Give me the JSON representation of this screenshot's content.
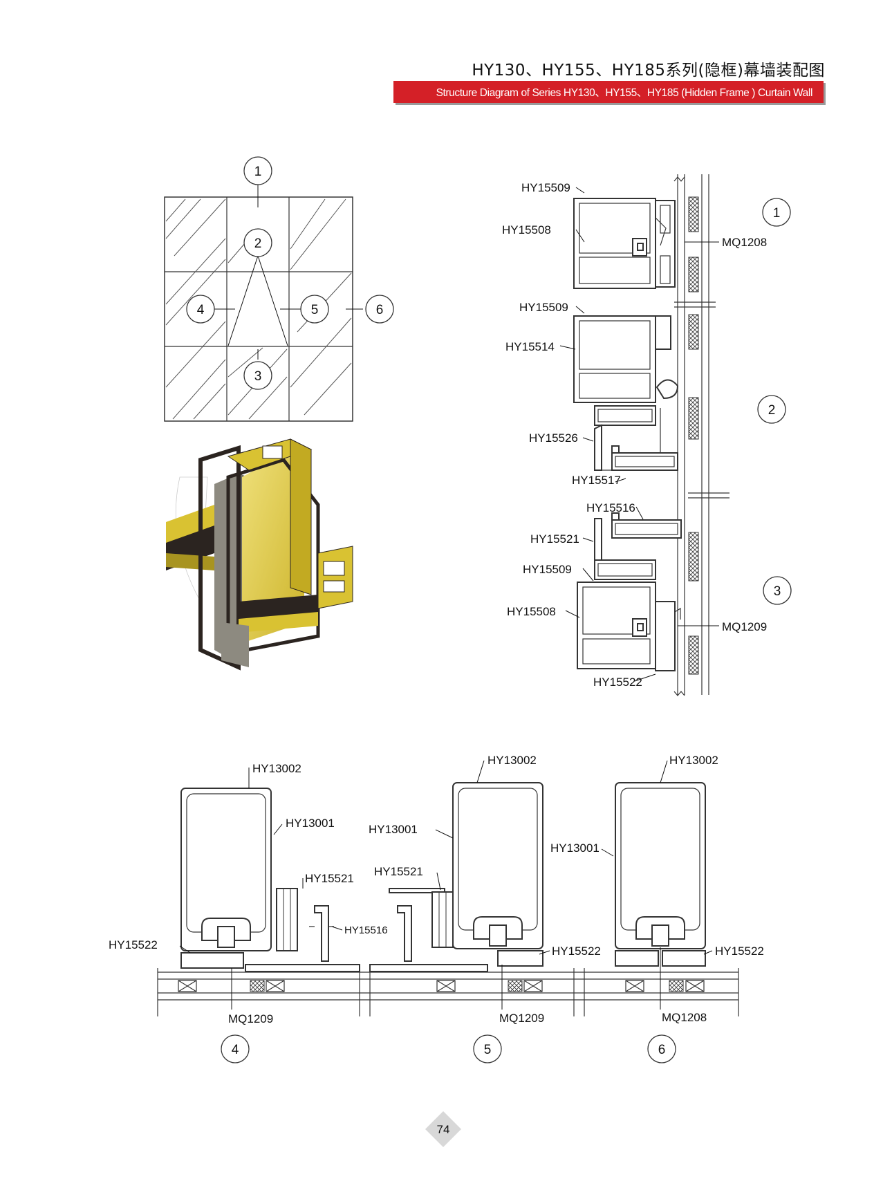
{
  "header": {
    "title_cn": "HY130、HY155、HY185系列(隐框)幕墙装配图",
    "title_en": "Structure Diagram of Series HY130、HY155、HY185 (Hidden Frame ) Curtain Wall",
    "banner_color": "#d42027"
  },
  "elevation": {
    "callouts": [
      "1",
      "2",
      "3",
      "4",
      "5",
      "6"
    ]
  },
  "section_vertical": {
    "labels": {
      "hy15509_a": "HY15509",
      "hy15508_a": "HY15508",
      "mq1208": "MQ1208",
      "hy15509_b": "HY15509",
      "hy15514": "HY15514",
      "hy15526": "HY15526",
      "hy15517": "HY15517",
      "hy15516": "HY15516",
      "hy15521": "HY15521",
      "hy15509_c": "HY15509",
      "hy15508_b": "HY15508",
      "mq1209": "MQ1209",
      "hy15522": "HY15522"
    },
    "callouts": [
      "1",
      "2",
      "3"
    ]
  },
  "section_horizontal": {
    "s4": {
      "top": "HY13002",
      "body": "HY13001",
      "side": "HY15521",
      "inner": "HY15516",
      "base": "HY15522",
      "seal": "MQ1209",
      "callout": "4"
    },
    "s5": {
      "top": "HY13002",
      "body": "HY13001",
      "side": "HY15521",
      "base": "HY15522",
      "seal": "MQ1209",
      "callout": "5"
    },
    "s6": {
      "top": "HY13002",
      "body": "HY13001",
      "base": "HY15522",
      "seal": "MQ1208",
      "callout": "6"
    }
  },
  "footer": {
    "page_number": "74"
  },
  "colors": {
    "frame_gold": "#d9c232",
    "frame_dark": "#2b2420",
    "glass_gold": "#ece07c",
    "mullion_gray": "#8d8a80"
  }
}
